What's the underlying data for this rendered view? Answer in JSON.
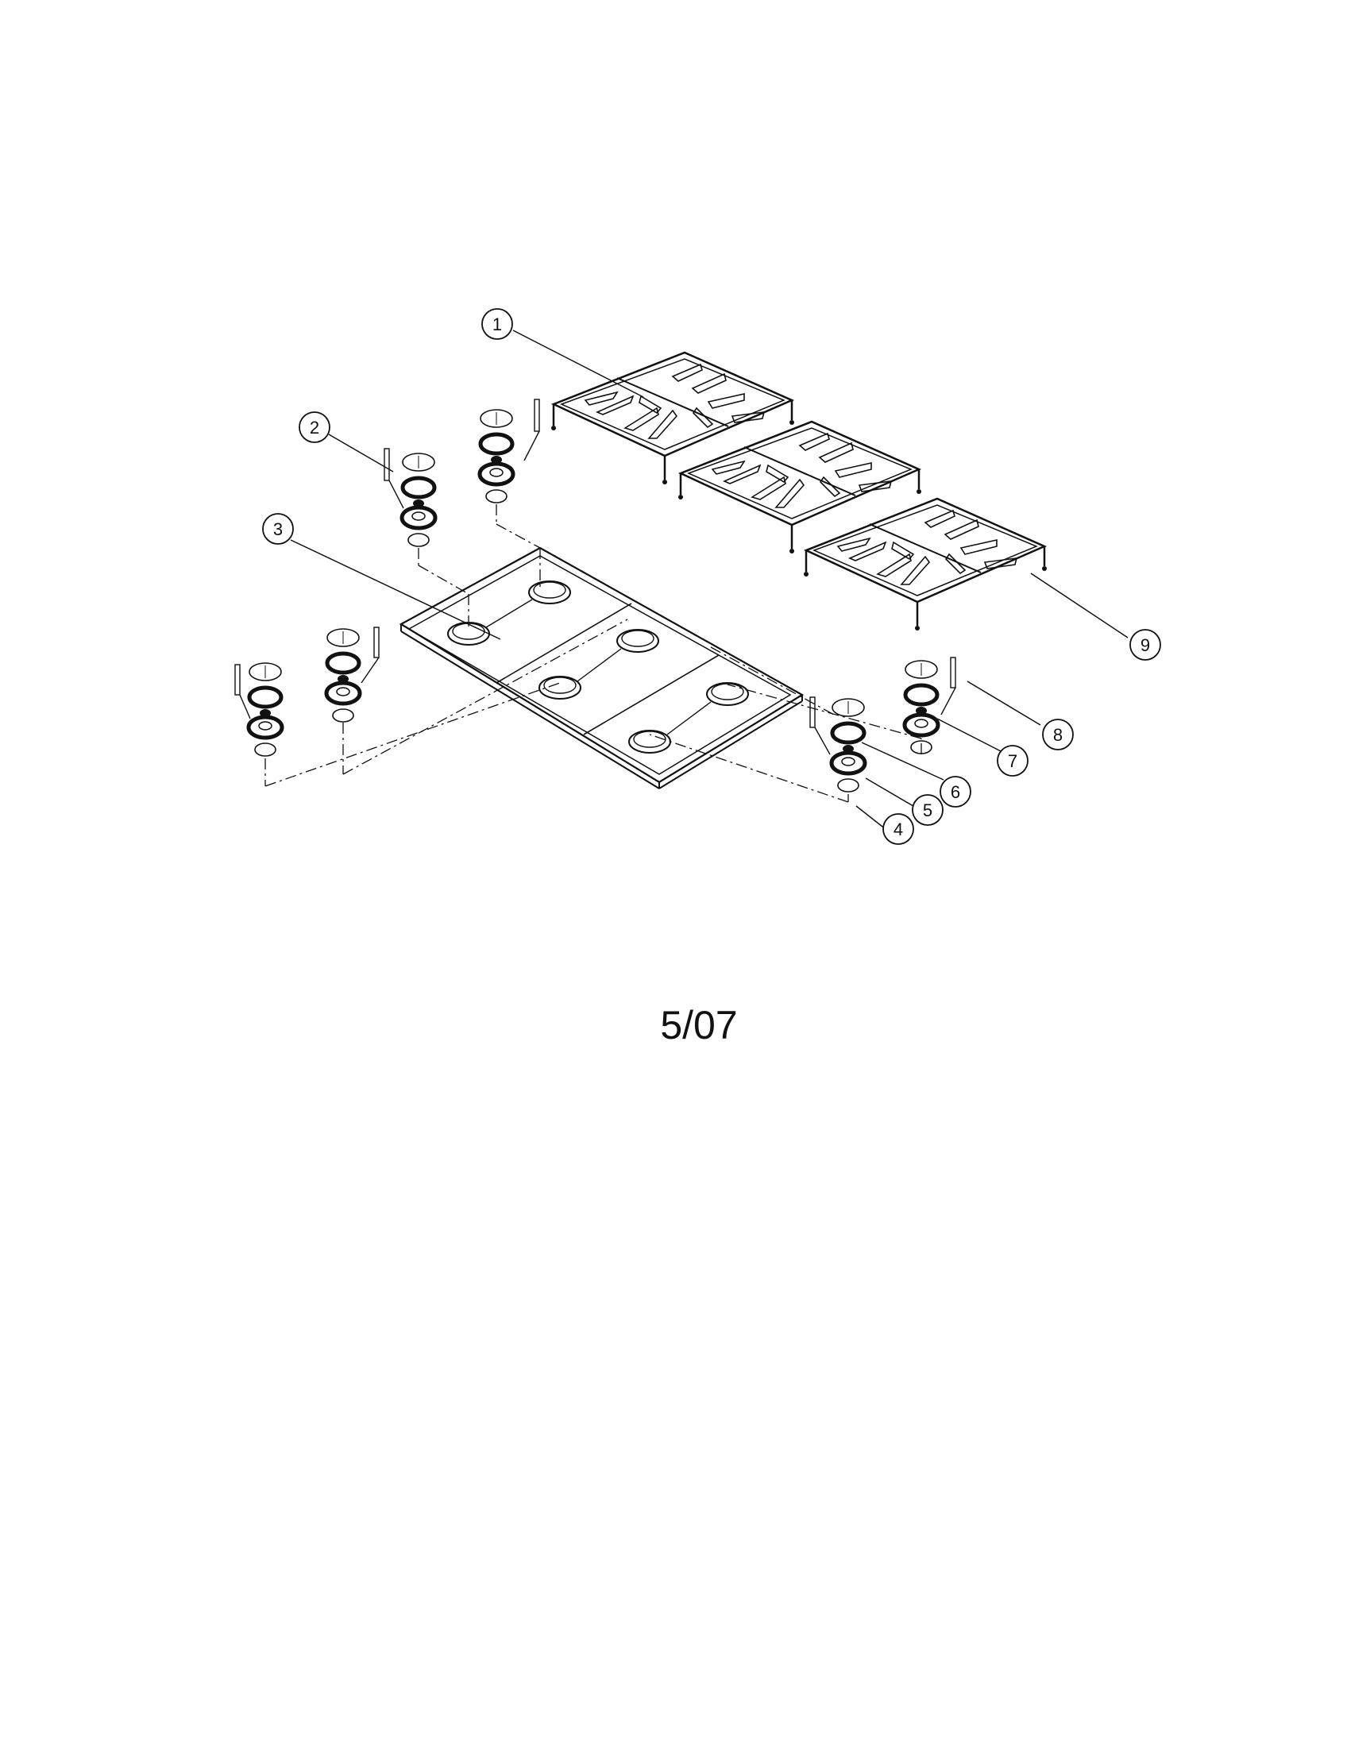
{
  "diagram": {
    "callouts": [
      "1",
      "2",
      "3",
      "4",
      "5",
      "6",
      "7",
      "8",
      "9"
    ]
  },
  "footer": {
    "date": "5/07"
  },
  "colors": {
    "line": "#111111",
    "background": "#ffffff"
  }
}
